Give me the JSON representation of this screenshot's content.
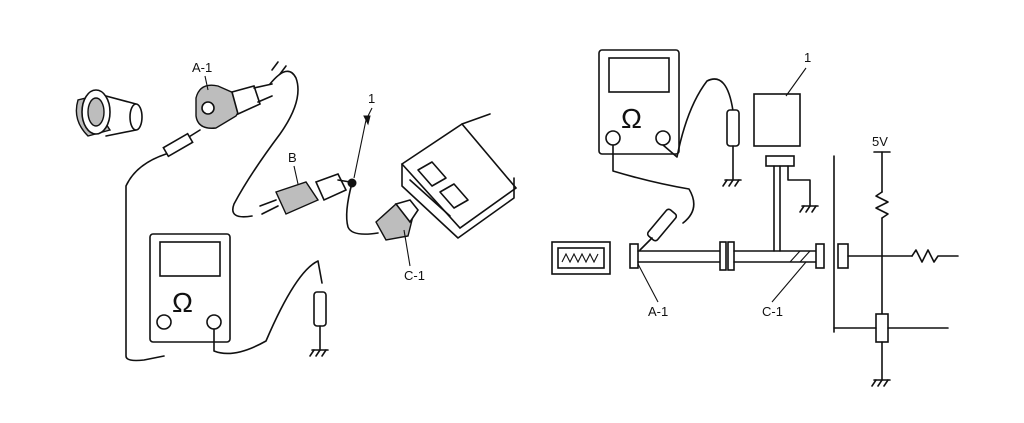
{
  "left_diagram": {
    "labels": {
      "connector_a1": "A-1",
      "connector_b": "B",
      "connector_c1": "C-1",
      "callout_1": "1"
    },
    "meter_icon": "ohm-symbol"
  },
  "right_diagram": {
    "labels": {
      "connector_a1": "A-1",
      "connector_c1": "C-1",
      "callout_1": "1",
      "supply_voltage": "5V"
    },
    "meter_icon": "ohm-symbol"
  },
  "colors": {
    "line": "#111111",
    "background": "#ffffff",
    "shade": "#bdbdbd"
  }
}
